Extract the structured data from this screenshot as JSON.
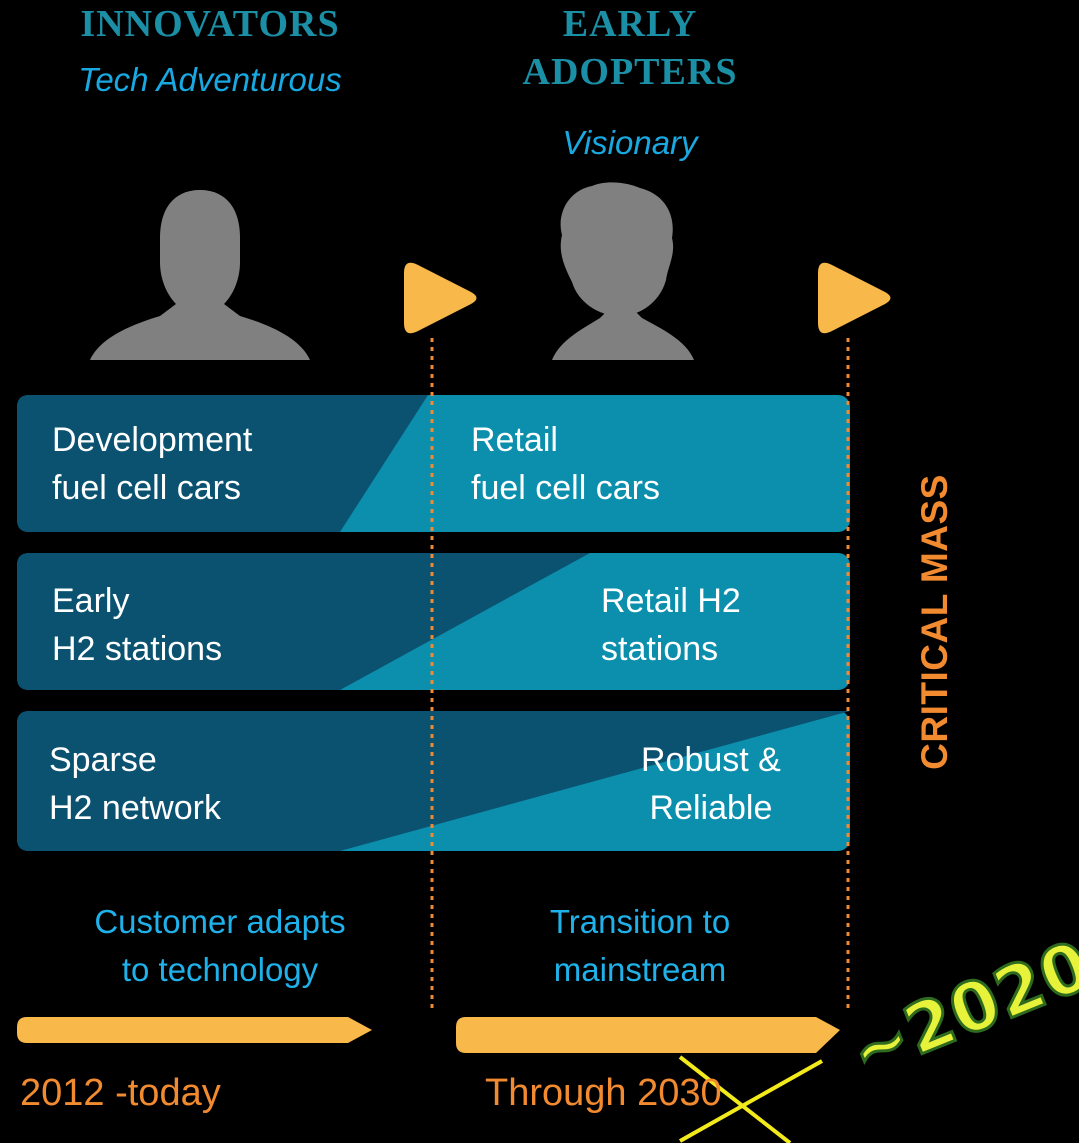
{
  "colors": {
    "background": "#000000",
    "band_dark": "#0b5271",
    "band_light": "#0b8fad",
    "accent_yellow": "#f8b84a",
    "accent_orange": "#f28a30",
    "heading_teal": "#1a8fa6",
    "caption_blue": "#1fb2ea",
    "stamp_green": "#e7f23a"
  },
  "icons": [
    "person-short-hair-icon",
    "person-curly-hair-icon",
    "play-arrow-icon",
    "progress-arrow-icon",
    "cross-out-mark"
  ],
  "columns": [
    {
      "title": "INNOVATORS",
      "subtitle": "Tech Adventurous"
    },
    {
      "title": "EARLY\nADOPTERS",
      "subtitle": "Visionary"
    }
  ],
  "bands": [
    {
      "left_text": "Development\nfuel cell cars",
      "right_text": "Retail\nfuel cell cars"
    },
    {
      "left_text": "Early\nH2 stations",
      "right_text": "Retail H2\nstations"
    },
    {
      "left_text": "Sparse\nH2 network",
      "right_text": "Robust &\nReliable"
    }
  ],
  "side_label": "CRITICAL MASS",
  "captions": [
    {
      "text": "Customer adapts\nto technology"
    },
    {
      "text": "Transition to\nmainstream"
    }
  ],
  "timeline": [
    {
      "text": "2012 -today"
    },
    {
      "text_prefix": "Through 2",
      "struck_digits": "030"
    }
  ],
  "stamp": "~2020"
}
